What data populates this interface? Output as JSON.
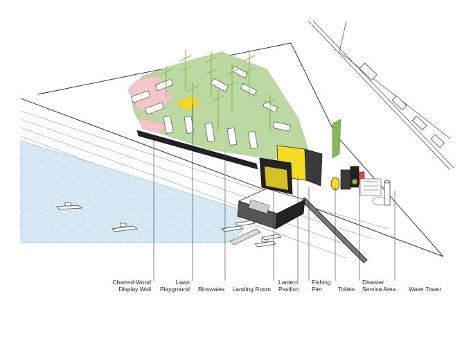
{
  "labels": {
    "charred_wood": [
      "Charred-Wood",
      "Display Wall"
    ],
    "lawn": [
      "Lawn",
      "Playground"
    ],
    "bioswales": "Bioswales",
    "landing_room": "Landing Room",
    "lantern": [
      "Lantern",
      "Pavilion"
    ],
    "fishing": [
      "Fishing",
      "Pier"
    ],
    "toilets": "Toilets",
    "disaster": [
      "Disaster",
      "Service Area"
    ],
    "water_tower": "Water Tower"
  },
  "colors": {
    "water": "#d8eaf4",
    "lawn": "#bcd9a2",
    "tree": "#86b85a",
    "pink": "#f3c7c9",
    "yellow": "#f4dc24",
    "line": "#1a1a1a"
  }
}
